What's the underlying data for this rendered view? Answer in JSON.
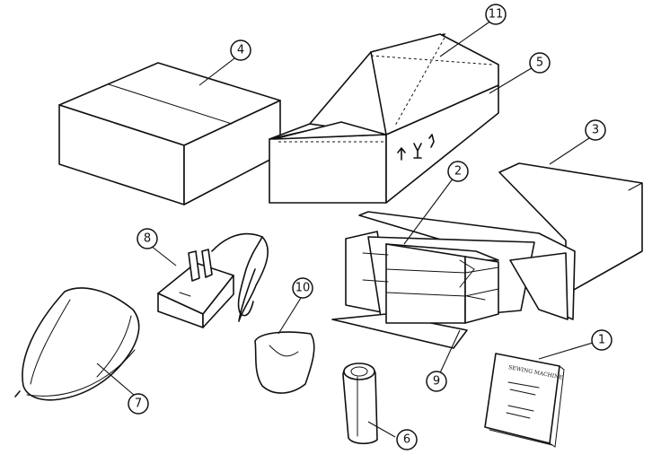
{
  "callouts": [
    "1",
    "2",
    "3",
    "4",
    "5",
    "6",
    "7",
    "8",
    "9",
    "10",
    "11"
  ],
  "booklet_title": "SEWING MACHINE"
}
